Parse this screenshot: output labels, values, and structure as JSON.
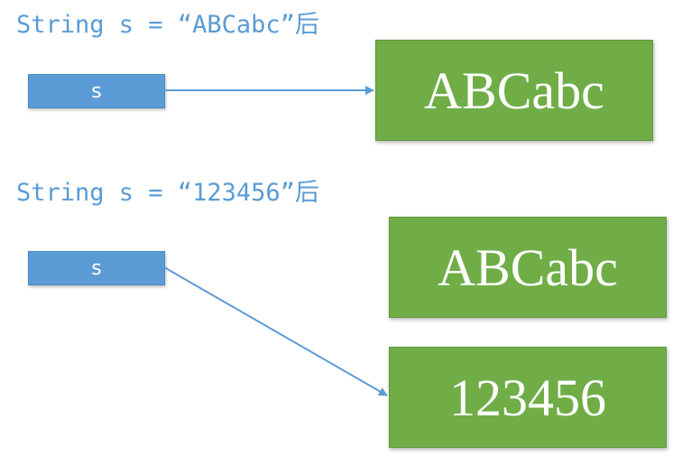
{
  "top": {
    "caption": "String s = “ABCabc”后",
    "var_label": "s",
    "object_label": "ABCabc"
  },
  "bottom": {
    "caption": "String s = “123456”后",
    "var_label": "s",
    "old_object_label": "ABCabc",
    "new_object_label": "123456"
  },
  "colors": {
    "variable": "#5b9bd5",
    "object": "#70ad47",
    "arrow": "#5b9bd5",
    "caption": "#5b9bd5"
  }
}
